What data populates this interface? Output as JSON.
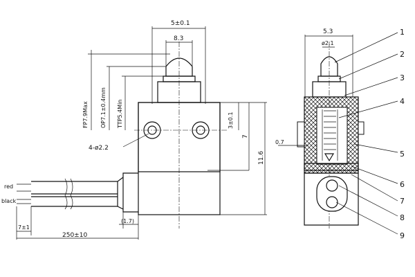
{
  "dimensions": {
    "top_width_outer": "5±0.1",
    "top_width_body": "8.3",
    "fp": "FP7.9Max",
    "op": "OP7.1±0.4mm",
    "tt": "TTP5.4Min",
    "hole_offset": "3±0.1",
    "hole_spacing": "7",
    "total_height": "11.6",
    "hole": "4-ø2.2",
    "wall": "0.7",
    "side_width": "5.3",
    "plunger_dia": "ø2.1",
    "lead_strip": "7±1",
    "cable_length": "250±10",
    "cable_gap": "(1.7)"
  },
  "wires": {
    "red": "red",
    "black": "black"
  },
  "callouts": [
    "1",
    "2",
    "3",
    "4",
    "5",
    "6",
    "7",
    "8",
    "9"
  ]
}
